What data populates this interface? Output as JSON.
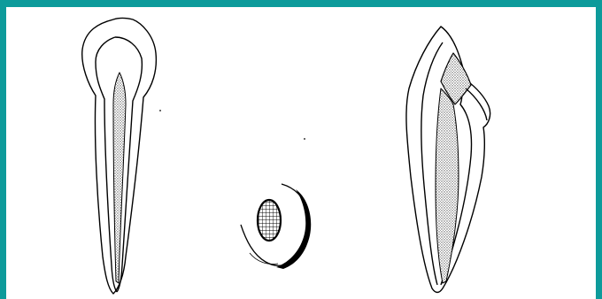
{
  "figure": {
    "frame_color": "#0d9b9b",
    "line_color": "#000000",
    "pulp_fill": "#b8b8b8",
    "panels": [
      {
        "name": "tooth-longitudinal-section"
      },
      {
        "name": "tooth-cross-section-with-crosshatched-pulp"
      },
      {
        "name": "tooth-section-with-crown-fracture"
      }
    ]
  }
}
